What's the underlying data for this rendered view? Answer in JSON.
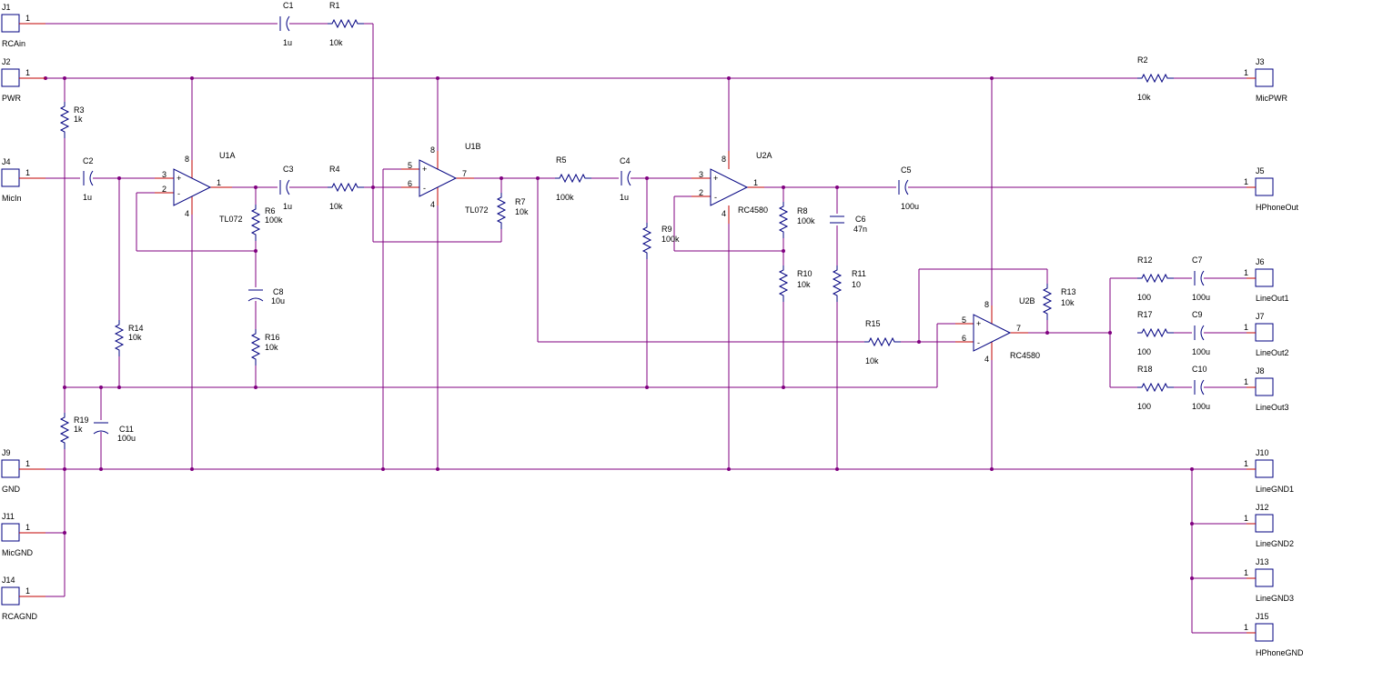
{
  "connectors": {
    "J1": {
      "ref": "J1",
      "name": "RCAin",
      "pin": "1"
    },
    "J2": {
      "ref": "J2",
      "name": "PWR",
      "pin": "1"
    },
    "J4": {
      "ref": "J4",
      "name": "MicIn",
      "pin": "1"
    },
    "J9": {
      "ref": "J9",
      "name": "GND",
      "pin": "1"
    },
    "J11": {
      "ref": "J11",
      "name": "MicGND",
      "pin": "1"
    },
    "J14": {
      "ref": "J14",
      "name": "RCAGND",
      "pin": "1"
    },
    "J3": {
      "ref": "J3",
      "name": "MicPWR",
      "pin": "1"
    },
    "J5": {
      "ref": "J5",
      "name": "HPhoneOut",
      "pin": "1"
    },
    "J6": {
      "ref": "J6",
      "name": "LineOut1",
      "pin": "1"
    },
    "J7": {
      "ref": "J7",
      "name": "LineOut2",
      "pin": "1"
    },
    "J8": {
      "ref": "J8",
      "name": "LineOut3",
      "pin": "1"
    },
    "J10": {
      "ref": "J10",
      "name": "LineGND1",
      "pin": "1"
    },
    "J12": {
      "ref": "J12",
      "name": "LineGND2",
      "pin": "1"
    },
    "J13": {
      "ref": "J13",
      "name": "LineGND3",
      "pin": "1"
    },
    "J15": {
      "ref": "J15",
      "name": "HPhoneGND",
      "pin": "1"
    }
  },
  "resistors": {
    "R1": {
      "ref": "R1",
      "value": "10k"
    },
    "R2": {
      "ref": "R2",
      "value": "10k"
    },
    "R3": {
      "ref": "R3",
      "value": "1k"
    },
    "R4": {
      "ref": "R4",
      "value": "10k"
    },
    "R5": {
      "ref": "R5",
      "value": "100k"
    },
    "R6": {
      "ref": "R6",
      "value": "100k"
    },
    "R7": {
      "ref": "R7",
      "value": "10k"
    },
    "R8": {
      "ref": "R8",
      "value": "100k"
    },
    "R9": {
      "ref": "R9",
      "value": "100k"
    },
    "R10": {
      "ref": "R10",
      "value": "10k"
    },
    "R11": {
      "ref": "R11",
      "value": "10"
    },
    "R12": {
      "ref": "R12",
      "value": "100"
    },
    "R13": {
      "ref": "R13",
      "value": "10k"
    },
    "R14": {
      "ref": "R14",
      "value": "10k"
    },
    "R15": {
      "ref": "R15",
      "value": "10k"
    },
    "R16": {
      "ref": "R16",
      "value": "10k"
    },
    "R17": {
      "ref": "R17",
      "value": "100"
    },
    "R18": {
      "ref": "R18",
      "value": "100"
    },
    "R19": {
      "ref": "R19",
      "value": "1k"
    }
  },
  "capacitors": {
    "C1": {
      "ref": "C1",
      "value": "1u"
    },
    "C2": {
      "ref": "C2",
      "value": "1u"
    },
    "C3": {
      "ref": "C3",
      "value": "1u"
    },
    "C4": {
      "ref": "C4",
      "value": "1u"
    },
    "C5": {
      "ref": "C5",
      "value": "100u"
    },
    "C6": {
      "ref": "C6",
      "value": "47n"
    },
    "C7": {
      "ref": "C7",
      "value": "100u"
    },
    "C8": {
      "ref": "C8",
      "value": "10u"
    },
    "C9": {
      "ref": "C9",
      "value": "100u"
    },
    "C10": {
      "ref": "C10",
      "value": "100u"
    },
    "C11": {
      "ref": "C11",
      "value": "100u"
    }
  },
  "opamps": {
    "U1A": {
      "ref": "U1A",
      "part": "TL072",
      "p_in": "3",
      "n_in": "2",
      "out": "1",
      "vplus": "8",
      "vminus": "4"
    },
    "U1B": {
      "ref": "U1B",
      "part": "TL072",
      "p_in": "5",
      "n_in": "6",
      "out": "7",
      "vplus": "8",
      "vminus": "4"
    },
    "U2A": {
      "ref": "U2A",
      "part": "RC4580",
      "p_in": "3",
      "n_in": "2",
      "out": "1",
      "vplus": "8",
      "vminus": "4"
    },
    "U2B": {
      "ref": "U2B",
      "part": "RC4580",
      "p_in": "5",
      "n_in": "6",
      "out": "7",
      "vplus": "8",
      "vminus": "4"
    }
  },
  "symbols": {
    "plus": "+",
    "minus": "-"
  },
  "colors": {
    "wire": "#800080",
    "pin": "#c00000",
    "component": "#000080",
    "text": "#000000"
  }
}
